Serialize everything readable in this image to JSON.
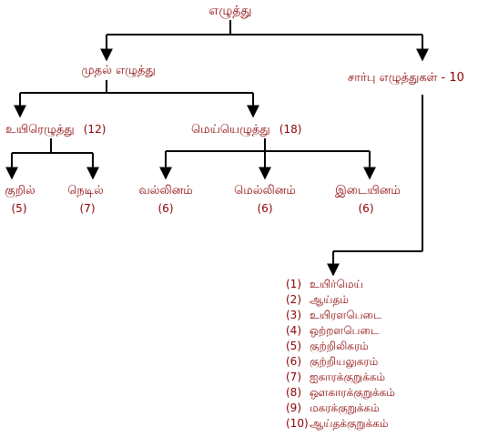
{
  "root": "எழுத்து",
  "mudhal": "முதல் எழுத்து",
  "saarbu": "சார்பு எழுத்துகள் - 10",
  "uyir": {
    "label": "உயிரெழுத்து",
    "count": "(12)"
  },
  "mei": {
    "label": "மெய்யெழுத்து",
    "count": "(18)"
  },
  "kuril": {
    "label": "குறில்",
    "count": "(5)"
  },
  "nedil": {
    "label": "நெடில்",
    "count": "(7)"
  },
  "vallinam": {
    "label": "வல்லினம்",
    "count": "(6)"
  },
  "mellinam": {
    "label": "மெல்லினம்",
    "count": "(6)"
  },
  "idaiyinam": {
    "label": "இடையினம்",
    "count": "(6)"
  },
  "saarbu_list": [
    {
      "num": "(1)",
      "text": "உயிர்மெய்"
    },
    {
      "num": "(2)",
      "text": "ஆய்தம்"
    },
    {
      "num": "(3)",
      "text": "உயிரளபெடை"
    },
    {
      "num": "(4)",
      "text": "ஒற்றளபெடை"
    },
    {
      "num": "(5)",
      "text": "குற்றிலிகரம்"
    },
    {
      "num": "(6)",
      "text": "குற்றியலுகரம்"
    },
    {
      "num": "(7)",
      "text": "ஐகாரக்குறுக்கம்"
    },
    {
      "num": "(8)",
      "text": "ஔகாரக்குறுக்கம்"
    },
    {
      "num": "(9)",
      "text": "மகரக்குறுக்கம்"
    },
    {
      "num": "(10)",
      "text": "ஆய்தக்குறுக்கம்"
    }
  ],
  "colors": {
    "text": "#8b0000",
    "line": "#000000"
  }
}
